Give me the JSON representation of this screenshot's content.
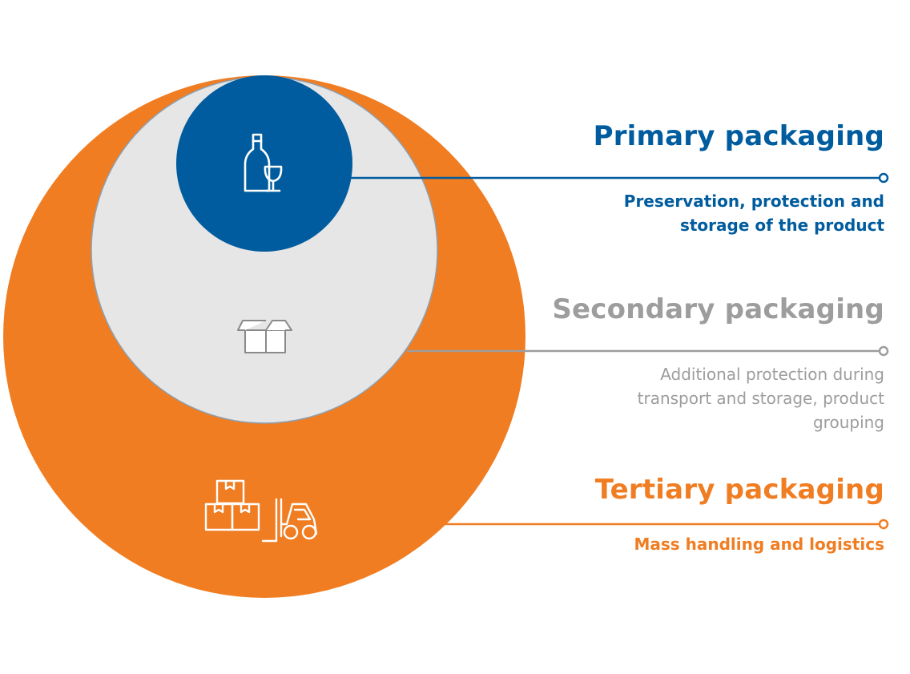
{
  "colors": {
    "primary": "#005c9e",
    "secondary": "#9d9d9d",
    "secondary_fill": "#e6e6e7",
    "tertiary": "#f07d22"
  },
  "levels": [
    {
      "key": "primary",
      "title": "Primary packaging",
      "description": "Preservation, protection and storage of the product",
      "icon": "wine-bottle-glass-icon"
    },
    {
      "key": "secondary",
      "title": "Secondary packaging",
      "description": "Additional protection during transport and storage, product grouping",
      "icon": "open-box-icon"
    },
    {
      "key": "tertiary",
      "title": "Tertiary packaging",
      "description": "Mass handling and logistics",
      "icon": "boxes-forklift-icon"
    }
  ]
}
